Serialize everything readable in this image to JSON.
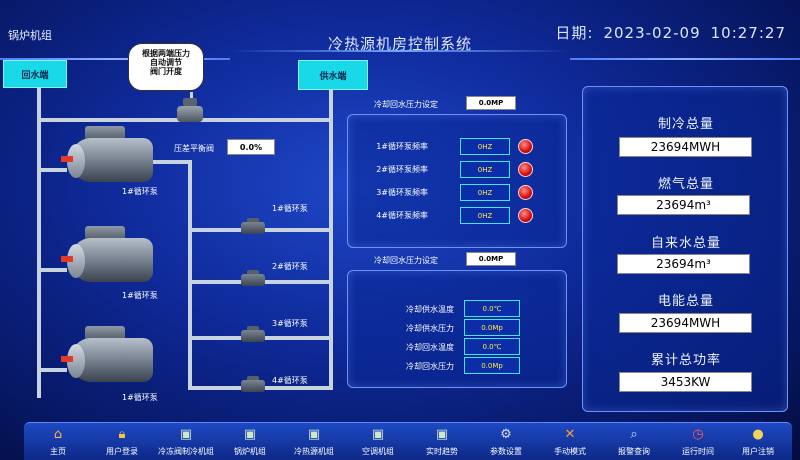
{
  "header": {
    "section_label": "锅炉机组",
    "title": "冷热源机房控制系统",
    "date_label": "日期:",
    "date": "2023-02-09",
    "time": "10:27:27"
  },
  "diagram": {
    "return_label": "回水端",
    "supply_label": "供水端",
    "callout": "根据两端压力\n自动调节\n阀门开度",
    "valve_label": "压差平衡阀",
    "valve_value": "0.0%",
    "boilers": [
      {
        "label": "1#循环泵"
      },
      {
        "label": "1#循环泵"
      },
      {
        "label": "1#循环泵"
      }
    ],
    "pumps": [
      {
        "label": "1#循环泵"
      },
      {
        "label": "2#循环泵"
      },
      {
        "label": "3#循环泵"
      },
      {
        "label": "4#循环泵"
      }
    ]
  },
  "pump_panel": {
    "setting_label": "冷却回水压力设定",
    "setting_value": "0.0MP",
    "rows": [
      {
        "label": "1#循环泵频率",
        "value": "0HZ"
      },
      {
        "label": "2#循环泵频率",
        "value": "0HZ"
      },
      {
        "label": "3#循环泵频率",
        "value": "0HZ"
      },
      {
        "label": "4#循环泵频率",
        "value": "0HZ"
      }
    ],
    "lamp_color": "#d40b0b"
  },
  "water_panel": {
    "setting_label": "冷却回水压力设定",
    "setting_value": "0.0MP",
    "rows": [
      {
        "label": "冷却供水温度",
        "value": "0.0℃"
      },
      {
        "label": "冷却供水压力",
        "value": "0.0Mp"
      },
      {
        "label": "冷却回水温度",
        "value": "0.0℃"
      },
      {
        "label": "冷却回水压力",
        "value": "0.0Mp"
      }
    ]
  },
  "stats": [
    {
      "title": "制冷总量",
      "value": "23694MWH"
    },
    {
      "title": "燃气总量",
      "value": "23694m³"
    },
    {
      "title": "自来水总量",
      "value": "23694m³"
    },
    {
      "title": "电能总量",
      "value": "23694MWH"
    },
    {
      "title": "累计总功率",
      "value": "3453KW"
    }
  ],
  "nav": [
    {
      "label": "主页",
      "icon": "home-icon"
    },
    {
      "label": "用户登录",
      "icon": "lock-icon"
    },
    {
      "label": "冷冻阀制冷机组",
      "icon": "monitor-icon"
    },
    {
      "label": "锅炉机组",
      "icon": "monitor-icon"
    },
    {
      "label": "冷热源机组",
      "icon": "monitor-icon"
    },
    {
      "label": "空调机组",
      "icon": "monitor-icon"
    },
    {
      "label": "实时趋势",
      "icon": "monitor-icon"
    },
    {
      "label": "参数设置",
      "icon": "gear-icon"
    },
    {
      "label": "手动模式",
      "icon": "tools-icon"
    },
    {
      "label": "报警查询",
      "icon": "search-icon"
    },
    {
      "label": "运行时间",
      "icon": "clock-icon"
    },
    {
      "label": "用户注销",
      "icon": "logout-icon"
    }
  ]
}
